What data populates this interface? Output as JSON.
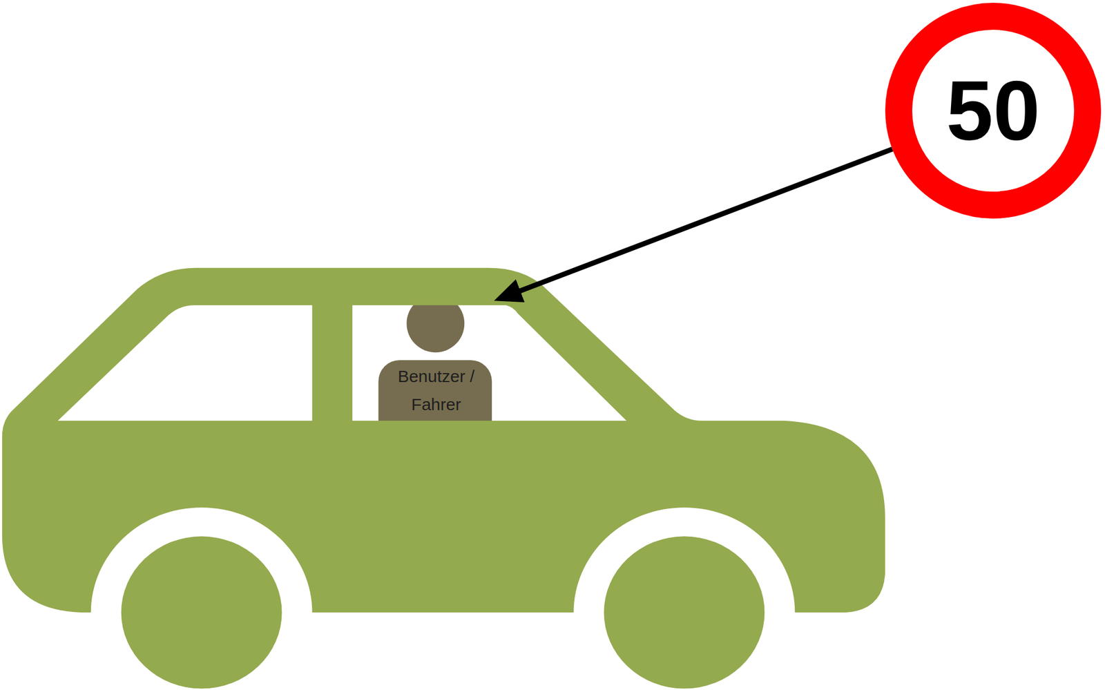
{
  "diagram": {
    "nodes": [
      {
        "text": [
          "50"
        ]
      },
      {
        "text": [
          "Benutzer / Fahrer"
        ]
      }
    ],
    "edges": [
      {
        "from": 0,
        "to": 1,
        "arrow": "to"
      }
    ]
  }
}
